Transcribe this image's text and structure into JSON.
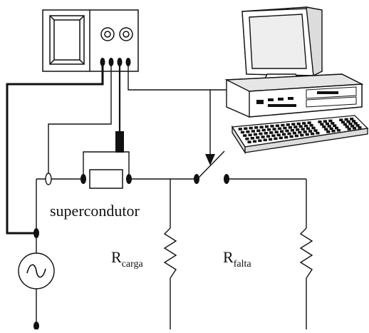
{
  "labels": {
    "superconductor": "supercondutor",
    "r_load_main": "R",
    "r_load_sub": "carga",
    "r_fault_main": "R",
    "r_fault_sub": "falta"
  },
  "colors": {
    "line": "#111111",
    "background": "#ffffff",
    "screen": "#eeeeee"
  },
  "components": [
    "oscilloscope",
    "computer-monitor",
    "computer-unit",
    "keyboard",
    "superconductor-element",
    "switch",
    "load-resistor",
    "fault-resistor",
    "ac-source"
  ]
}
